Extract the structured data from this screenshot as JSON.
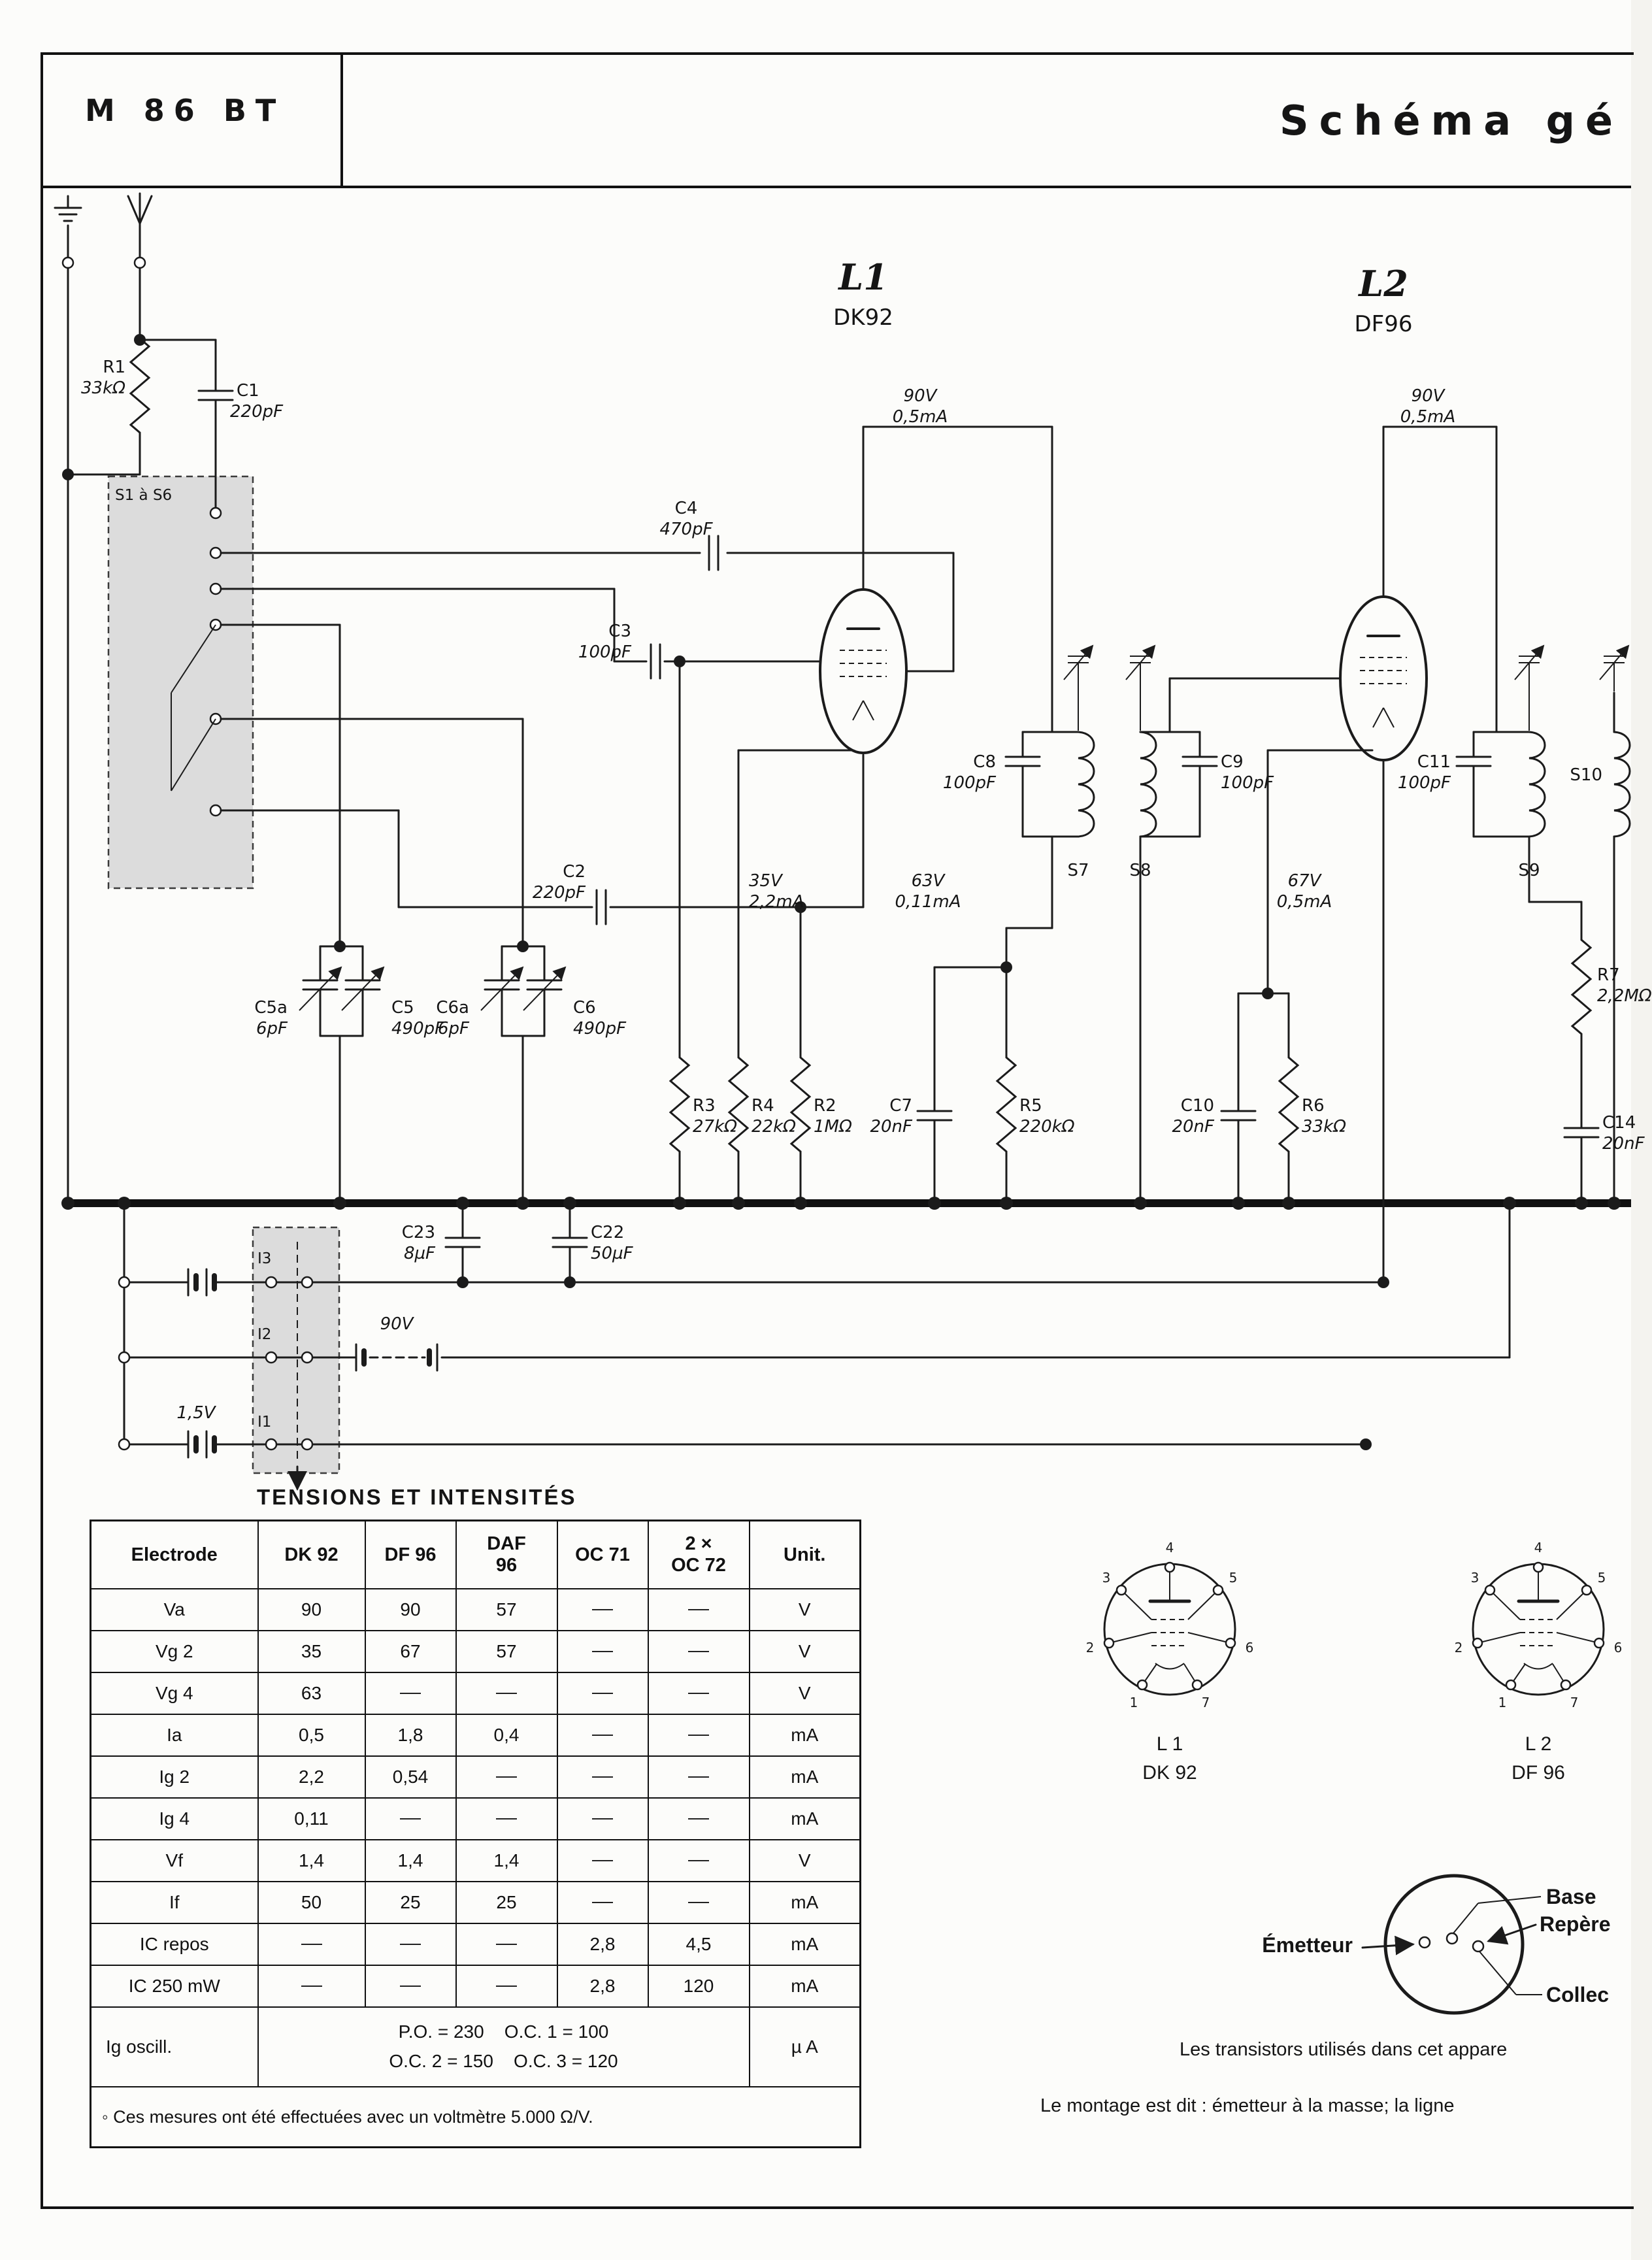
{
  "page": {
    "model": "M 86 BT",
    "title": "Schéma gé"
  },
  "tubes": {
    "l1": "L1",
    "l1_type": "DK92",
    "l2": "L2",
    "l2_type": "DF96"
  },
  "annotations": {
    "anode1_v": "90V",
    "anode1_i": "0,5mA",
    "anode2_v": "90V",
    "anode2_i": "0,5mA",
    "screen1_v": "35V",
    "screen1_i": "2,2mA",
    "osc_v": "63V",
    "osc_i": "0,11mA",
    "screen2_v": "67V",
    "screen2_i": "0,5mA",
    "bat_ht": "90V",
    "bat_lt": "1,5V"
  },
  "components": {
    "r1": "R1",
    "r1_val": "33kΩ",
    "c1": "C1",
    "c1_val": "220pF",
    "switch_block": "S1 à S6",
    "c4": "C4",
    "c4_val": "470pF",
    "c3": "C3",
    "c3_val": "100pF",
    "c2": "C2",
    "c2_val": "220pF",
    "c5a": "C5a",
    "c5a_val": "6pF",
    "c5": "C5",
    "c5_val": "490pF",
    "c6a": "C6a",
    "c6a_val": "6pF",
    "c6": "C6",
    "c6_val": "490pF",
    "c8": "C8",
    "c8_val": "100pF",
    "c9": "C9",
    "c9_val": "100pF",
    "c11": "C11",
    "c11_val": "100pF",
    "s7": "S7",
    "s8": "S8",
    "s9": "S9",
    "s10": "S10",
    "r3": "R3",
    "r3_val": "27kΩ",
    "r4": "R4",
    "r4_val": "22kΩ",
    "r2": "R2",
    "r2_val": "1MΩ",
    "c7": "C7",
    "c7_val": "20nF",
    "r5": "R5",
    "r5_val": "220kΩ",
    "c10": "C10",
    "c10_val": "20nF",
    "r6": "R6",
    "r6_val": "33kΩ",
    "r7": "R7",
    "r7_val": "2,2MΩ",
    "c14": "C14",
    "c14_val": "20nF",
    "c23": "C23",
    "c23_val": "8µF",
    "c22": "C22",
    "c22_val": "50µF",
    "i1": "I1",
    "i2": "I2",
    "i3": "I3"
  },
  "table": {
    "title": "TENSIONS ET INTENSITÉS",
    "headers": [
      [
        "Electrode"
      ],
      [
        "DK 92"
      ],
      [
        "DF 96"
      ],
      [
        "DAF",
        "96"
      ],
      [
        "OC 71"
      ],
      [
        "2 ×",
        "OC 72"
      ],
      [
        "Unit."
      ]
    ],
    "rows": [
      [
        "Va",
        "90",
        "90",
        "57",
        "",
        "",
        "V"
      ],
      [
        "Vg 2",
        "35",
        "67",
        "57",
        "",
        "",
        "V"
      ],
      [
        "Vg 4",
        "63",
        "",
        "",
        "",
        "",
        "V"
      ],
      [
        "Ia",
        "0,5",
        "1,8",
        "0,4",
        "",
        "",
        "mA"
      ],
      [
        "Ig 2",
        "2,2",
        "0,54",
        "",
        "",
        "",
        "mA"
      ],
      [
        "Ig 4",
        "0,11",
        "",
        "",
        "",
        "",
        "mA"
      ],
      [
        "Vf",
        "1,4",
        "1,4",
        "1,4",
        "",
        "",
        "V"
      ],
      [
        "If",
        "50",
        "25",
        "25",
        "",
        "",
        "mA"
      ],
      [
        "IC repos",
        "",
        "",
        "",
        "2,8",
        "4,5",
        "mA"
      ],
      [
        "IC 250 mW",
        "",
        "",
        "",
        "2,8",
        "120",
        "mA"
      ]
    ],
    "oscill": {
      "label": "Ig oscill.",
      "line1": "P.O. = 230    O.C. 1 = 100",
      "line2": "O.C. 2 = 150    O.C. 3 = 120",
      "unit": "µ A"
    },
    "footnote": "◦ Ces mesures ont été effectuées avec un voltmètre 5.000 Ω/V."
  },
  "pinouts": [
    {
      "label": "L 1",
      "tube": "DK 92",
      "pins": [
        "1",
        "2",
        "3",
        "4",
        "5",
        "6",
        "7"
      ]
    },
    {
      "label": "L 2",
      "tube": "DF 96",
      "pins": [
        "1",
        "2",
        "3",
        "4",
        "5",
        "6",
        "7"
      ]
    }
  ],
  "transistor": {
    "emitter": "Émetteur",
    "base": "Base",
    "index": "Repère",
    "collector": "Collec"
  },
  "notes": {
    "line1": "Les transistors utilisés dans cet appare",
    "line2": "Le montage est dit : émetteur à la masse; la ligne"
  }
}
